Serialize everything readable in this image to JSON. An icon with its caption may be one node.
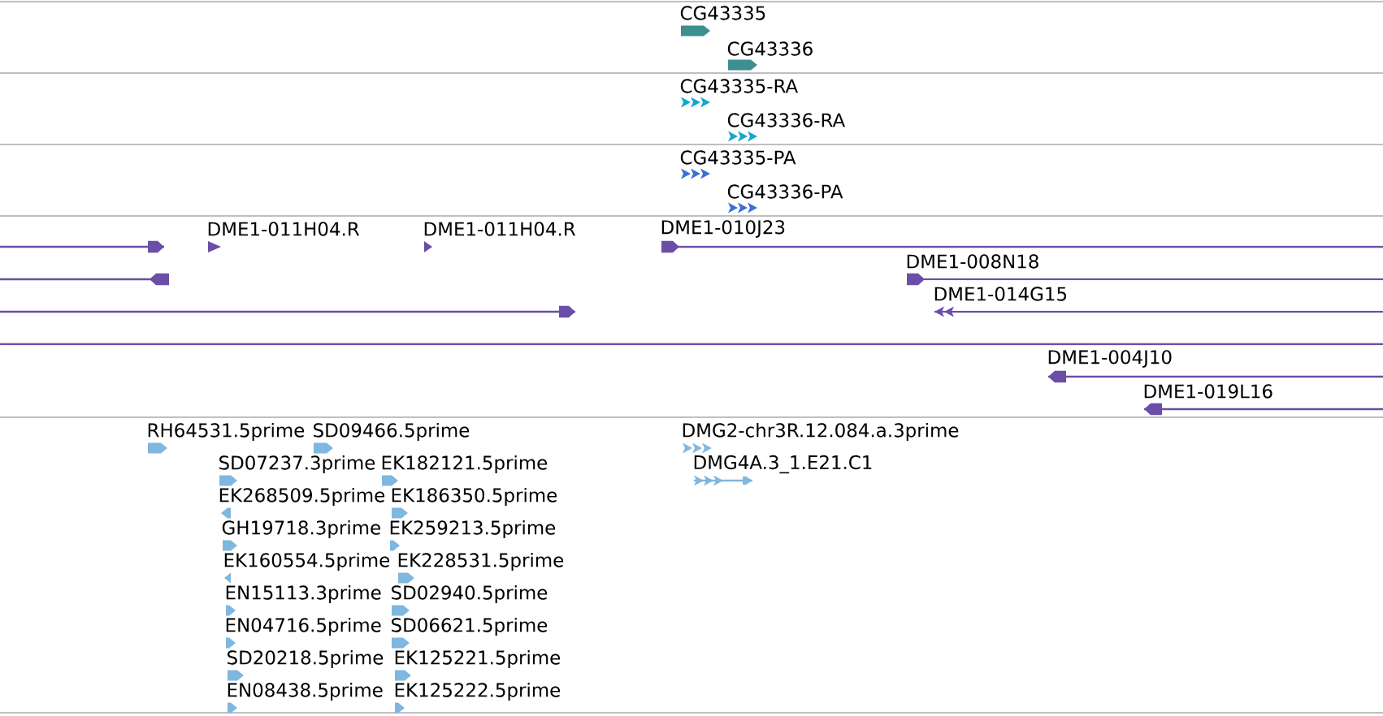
{
  "diagram": {
    "nodes": [
      {
        "text": [
          "CG43335"
        ]
      },
      {
        "text": [
          "CG43336"
        ]
      },
      {
        "text": [
          "CG43335-RA"
        ]
      },
      {
        "text": [
          "CG43336-RA"
        ]
      },
      {
        "text": [
          "CG43335-PA"
        ]
      },
      {
        "text": [
          "CG43336-PA"
        ]
      },
      {
        "text": [],
        "shape": "bar"
      },
      {
        "text": [
          "DME1-011H04.R"
        ]
      },
      {
        "text": [
          "DME1-011H04.R"
        ]
      },
      {
        "text": [
          "DME1-010J23"
        ]
      },
      {
        "text": [],
        "shape": "bar"
      },
      {
        "text": [
          "DME1-008N18"
        ]
      },
      {
        "text": [],
        "shape": "bar"
      },
      {
        "text": [
          "DME1-014G15"
        ]
      },
      {
        "text": [],
        "shape": "bar"
      },
      {
        "text": [
          "DME1-004J10"
        ]
      },
      {
        "text": [
          "DME1-019L16"
        ]
      },
      {
        "text": [
          "RH64531.5prime"
        ]
      },
      {
        "text": [
          "SD09466.5prime"
        ]
      },
      {
        "text": [
          "DMG2-chr3R.12.084.a.3prime"
        ]
      },
      {
        "text": [
          "SD07237.3prime"
        ]
      },
      {
        "text": [
          "EK182121.5prime"
        ]
      },
      {
        "text": [
          "DMG4A.3_1.E21.C1"
        ]
      },
      {
        "text": [
          "EK268509.5prime"
        ]
      },
      {
        "text": [
          "EK186350.5prime"
        ]
      },
      {
        "text": [
          "GH19718.3prime"
        ]
      },
      {
        "text": [
          "EK259213.5prime"
        ]
      },
      {
        "text": [
          "EK160554.5prime"
        ]
      },
      {
        "text": [
          "EK228531.5prime"
        ]
      },
      {
        "text": [
          "EN15113.3prime"
        ]
      },
      {
        "text": [
          "SD02940.5prime"
        ]
      },
      {
        "text": [
          "EN04716.5prime"
        ]
      },
      {
        "text": [
          "SD06621.5prime"
        ]
      },
      {
        "text": [
          "SD20218.5prime"
        ]
      },
      {
        "text": [
          "EK125221.5prime"
        ]
      },
      {
        "text": [
          "EN08438.5prime"
        ]
      },
      {
        "text": [
          "EK125222.5prime"
        ]
      }
    ]
  }
}
